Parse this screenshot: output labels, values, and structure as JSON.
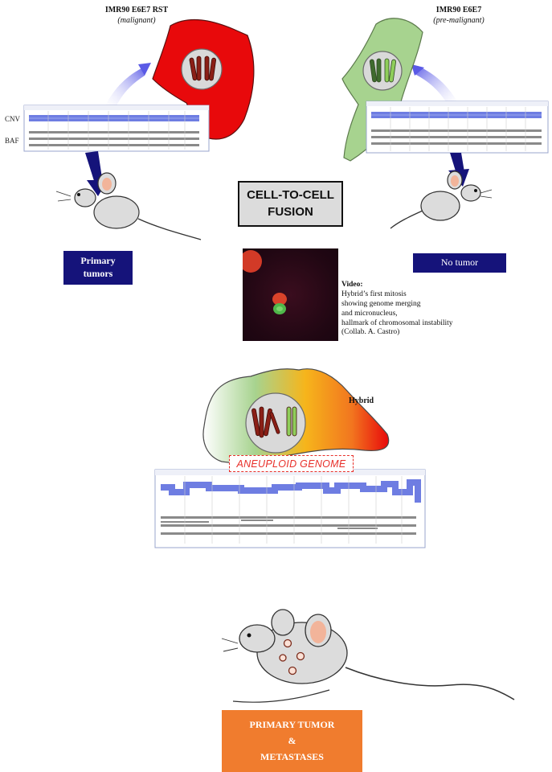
{
  "malignant_cell": {
    "title": "IMR90 E6E7 RST",
    "subtitle": "(malignant)"
  },
  "premalignant_cell": {
    "title": "IMR90 E6E7",
    "subtitle": "(pre-malignant)"
  },
  "profile_labels": {
    "cnv": "CNV",
    "baf": "BAF"
  },
  "outcome_left": {
    "line1": "Primary",
    "line2": "tumors"
  },
  "outcome_right": {
    "label": "No tumor"
  },
  "fusion": {
    "line1": "CELL-TO-CELL",
    "line2": "FUSION"
  },
  "video": {
    "title": "Video:",
    "line1": "Hybrid’s first mitosis",
    "line2": "showing genome merging",
    "line3": "and micronucleus,",
    "line4": "hallmark of chromosomal instability",
    "line5": "(Collab. A. Castro)"
  },
  "hybrid": {
    "label": "Hybrid",
    "genome": "ANEUPLOID GENOME"
  },
  "final": {
    "line1": "PRIMARY TUMOR",
    "line2": "&",
    "line3": "METASTASES"
  },
  "colors": {
    "malignant": "#e8090b",
    "premalignant": "#a7d38f",
    "navy": "#15137a",
    "orange": "#f07c2e",
    "cnv_blue": "#5566dd",
    "aneuploid_red": "#e8302a"
  }
}
